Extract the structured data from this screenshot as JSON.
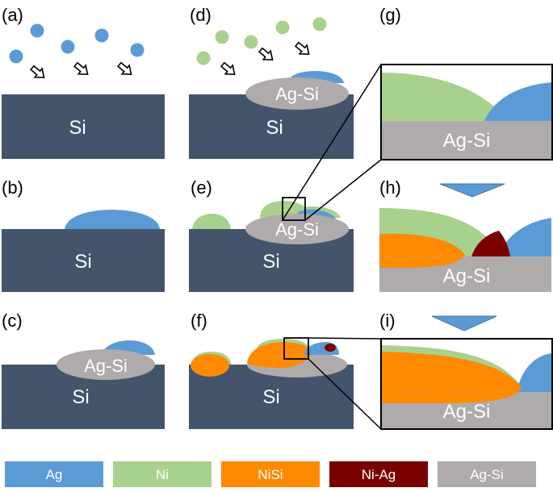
{
  "panels": {
    "a": "(a)",
    "b": "(b)",
    "c": "(c)",
    "d": "(d)",
    "e": "(e)",
    "f": "(f)",
    "g": "(g)",
    "h": "(h)",
    "i": "(i)"
  },
  "labels": {
    "si": "Si",
    "ag_si": "Ag-Si"
  },
  "legend": [
    {
      "label": "Ag",
      "color": "#5b9bd5",
      "text_color": "#ffffff"
    },
    {
      "label": "Ni",
      "color": "#a9d18e",
      "text_color": "#ffffff"
    },
    {
      "label": "NiSi",
      "color": "#fd8a00",
      "text_color": "#ffffff"
    },
    {
      "label": "Ni-Ag",
      "color": "#7a0000",
      "text_color": "#ffffff"
    },
    {
      "label": "Ag-Si",
      "color": "#afabab",
      "text_color": "#ffffff"
    }
  ],
  "colors": {
    "si": "#44546a",
    "ag": "#5b9bd5",
    "ni": "#a9d18e",
    "nisi": "#fd8a00",
    "niag": "#7a0000",
    "agsi": "#afabab",
    "arrow_block": "#5b9bd5"
  }
}
